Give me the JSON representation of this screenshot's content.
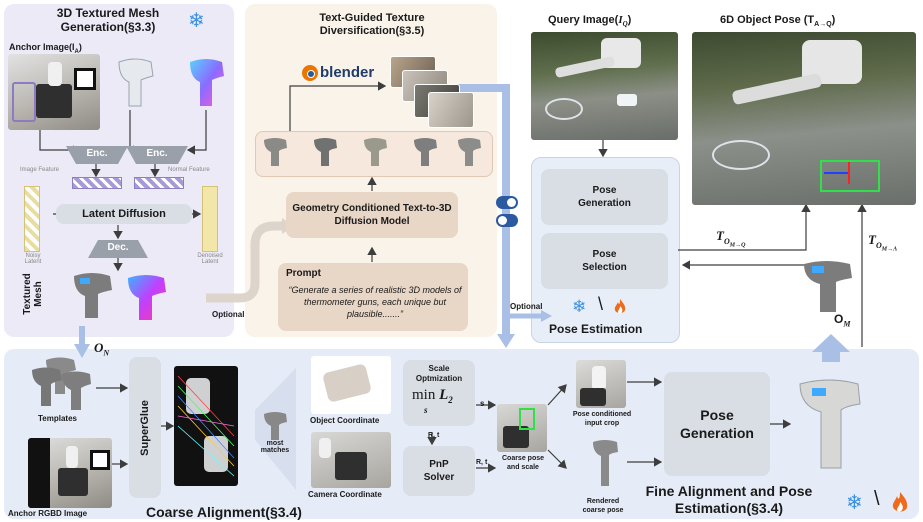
{
  "panels": {
    "mesh_title": "3D Textured Mesh Generation(§3.3)",
    "anchor_label": "Anchor Image(I",
    "anchor_sub": "A",
    "anchor_close": ")",
    "enc1": "Enc.",
    "enc2": "Enc.",
    "image_feature": "Image Feature",
    "normal_feature": "Normal Feature",
    "latent_diffusion": "Latent Diffusion",
    "dec": "Dec.",
    "noisy_latent": "Noisy Latent",
    "denoised_latent": "Denoised Latent",
    "textured_mesh": "Textured Mesh",
    "texture_title": "Text-Guided Texture Diversification(§3.5)",
    "blender": "blender",
    "geometry_model": "Geometry Conditioned Text-to-3D Diffusion Model",
    "prompt_title": "Prompt",
    "prompt_text": "“Generate a series of realistic 3D models of thermometer guns, each unique but plausible.......”",
    "optional_left": "Optional",
    "optional_right": "Optional",
    "query_label": "Query Image(",
    "query_sym": "I",
    "query_sub": "Q",
    "query_close": ")",
    "pose_title": "6D Object Pose (T",
    "pose_title_sub": "A→Q",
    "pose_title_close": ")",
    "pose_generation": "Pose Generation",
    "pose_selection": "Pose Selection",
    "pose_estimation": "Pose Estimation",
    "t_om_q": "T",
    "t_om_q_sub": "O",
    "t_om_q_subsub": "M→Q",
    "t_om_a": "T",
    "t_om_a_sub": "O",
    "t_om_a_subsub": "M→A",
    "om": "O",
    "om_sub": "M",
    "on": "O",
    "on_sub": "N"
  },
  "coarse": {
    "templates": "Templates",
    "anchor_rgbd": "Anchor RGBD Image",
    "superglue": "SuperGlue",
    "most_matches": "most matches",
    "object_coordinate": "Object Coordinate",
    "camera_coordinate": "Camera Coordinate",
    "scale_opt": "Scale Optmization",
    "min_expr": "min",
    "min_sub": "s",
    "l2": "L",
    "l2_sub": "2",
    "s_label": "s",
    "rt1": "R, t",
    "rt2": "R, t",
    "pnp": "PnP Solver",
    "coarse_pose_scale": "Coarse pose and scale",
    "title": "Coarse Alignment(§3.4)"
  },
  "fine": {
    "pose_conditioned": "Pose conditioned input crop",
    "rendered_coarse": "Rendered coarse pose",
    "pose_generation": "Pose Generation",
    "title": "Fine Alignment and Pose Estimation(§3.4)"
  },
  "colors": {
    "left_panel": "#eceaf6",
    "mid_panel": "#faf3ea",
    "bottom_panel": "#e6ecf7",
    "pose_panel": "#e8eef8",
    "box_gray": "#d9dde4",
    "box_brown": "#e8d6c6",
    "arrow_blue": "#a9bfe6",
    "snow": "#3a8fe0",
    "fire": "#ee6a1c"
  }
}
